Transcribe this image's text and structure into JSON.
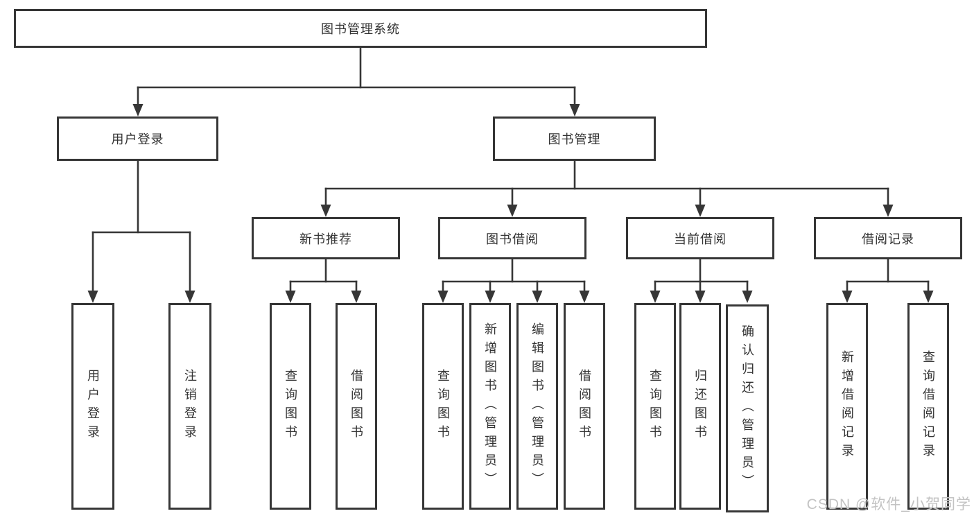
{
  "diagram": {
    "root": {
      "label": "图书管理系统"
    },
    "branches": [
      {
        "label": "用户登录",
        "children": [
          {
            "label": "用户登录"
          },
          {
            "label": "注销登录"
          }
        ]
      },
      {
        "label": "图书管理",
        "children": [
          {
            "label": "新书推荐",
            "children": [
              {
                "label": "查询图书"
              },
              {
                "label": "借阅图书"
              }
            ]
          },
          {
            "label": "图书借阅",
            "children": [
              {
                "label": "查询图书"
              },
              {
                "label": "新增图书（管理员）"
              },
              {
                "label": "编辑图书（管理员）"
              },
              {
                "label": "借阅图书"
              }
            ]
          },
          {
            "label": "当前借阅",
            "children": [
              {
                "label": "查询图书"
              },
              {
                "label": "归还图书"
              },
              {
                "label": "确认归还（管理员）"
              }
            ]
          },
          {
            "label": "借阅记录",
            "children": [
              {
                "label": "新增借阅记录"
              },
              {
                "label": "查询借阅记录"
              }
            ]
          }
        ]
      }
    ]
  },
  "watermark": {
    "text": "CSDN @软件_小贺同学"
  },
  "colors": {
    "line": "#363636",
    "text": "#333333",
    "box_bg": "#ffffff",
    "background": "#ffffff",
    "watermark": "#c3c3c3"
  }
}
